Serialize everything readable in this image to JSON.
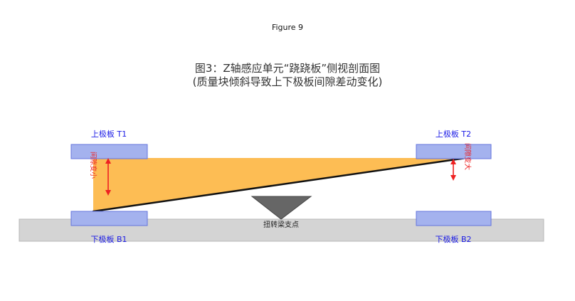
{
  "figure": {
    "caption": "Figure 9"
  },
  "title": {
    "line1": "图3：Z轴感应单元“跷跷板”侧视剖面图",
    "line2": "(质量块倾斜导致上下极板间隙差动变化)"
  },
  "plates": {
    "top_left": "上极板 T1",
    "top_right": "上极板 T2",
    "bottom_left": "下极板 B1",
    "bottom_right": "下极板 B2"
  },
  "gaps": {
    "left": "间隙变小",
    "right": "间隙变大"
  },
  "pivot": {
    "label": "扭转梁支点"
  },
  "colors": {
    "plate_fill": "#a4b2ee",
    "plate_stroke": "#6474dc",
    "label_blue": "#1a1ae6",
    "gap_red": "#ee2222",
    "proof_mass": "#fdb94b",
    "pivot_fill": "#666666",
    "substrate": "#d4d4d4",
    "beam": "#111111"
  }
}
